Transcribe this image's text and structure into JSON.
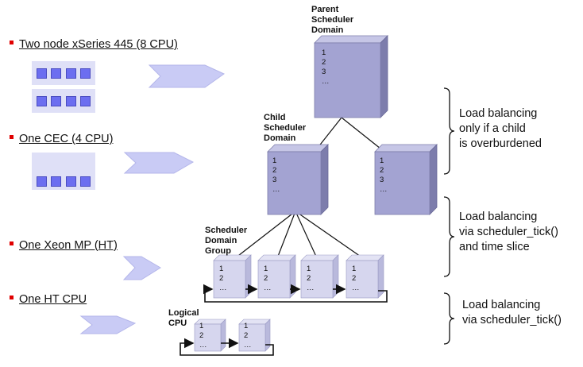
{
  "legend": {
    "items": [
      {
        "label": "Two node xSeries 445 (8 CPU)"
      },
      {
        "label": "One CEC (4 CPU)"
      },
      {
        "label": "One Xeon MP (HT)"
      },
      {
        "label": "One HT CPU"
      }
    ]
  },
  "domains": {
    "parent": {
      "title_lines": [
        "Parent",
        "Scheduler",
        "Domain"
      ],
      "items": [
        "1",
        "2",
        "3",
        "…"
      ]
    },
    "child": {
      "title_lines": [
        "Child",
        "Scheduler",
        "Domain"
      ],
      "items": [
        "1",
        "2",
        "3",
        "…"
      ]
    },
    "sibling": {
      "items": [
        "1",
        "2",
        "3",
        "…"
      ]
    },
    "group": {
      "title_lines": [
        "Scheduler",
        "Domain",
        "Group"
      ],
      "items": [
        "1",
        "2",
        "…"
      ]
    },
    "logical": {
      "title_lines": [
        "Logical",
        "CPU"
      ],
      "items": [
        "1",
        "2",
        "…"
      ]
    }
  },
  "notes": [
    {
      "lines": [
        "Load balancing",
        "only if a child",
        "is overburdened"
      ]
    },
    {
      "lines": [
        "Load balancing",
        "via scheduler_tick()",
        "and time slice"
      ]
    },
    {
      "lines": [
        "Load balancing",
        "via scheduler_tick()"
      ]
    }
  ],
  "colors": {
    "cpu": "#6c6ef0",
    "node": "#dfe0f7",
    "cube_front": "#a3a3d2",
    "bullet": "#e00000",
    "arrow": "#c9cbf5"
  }
}
